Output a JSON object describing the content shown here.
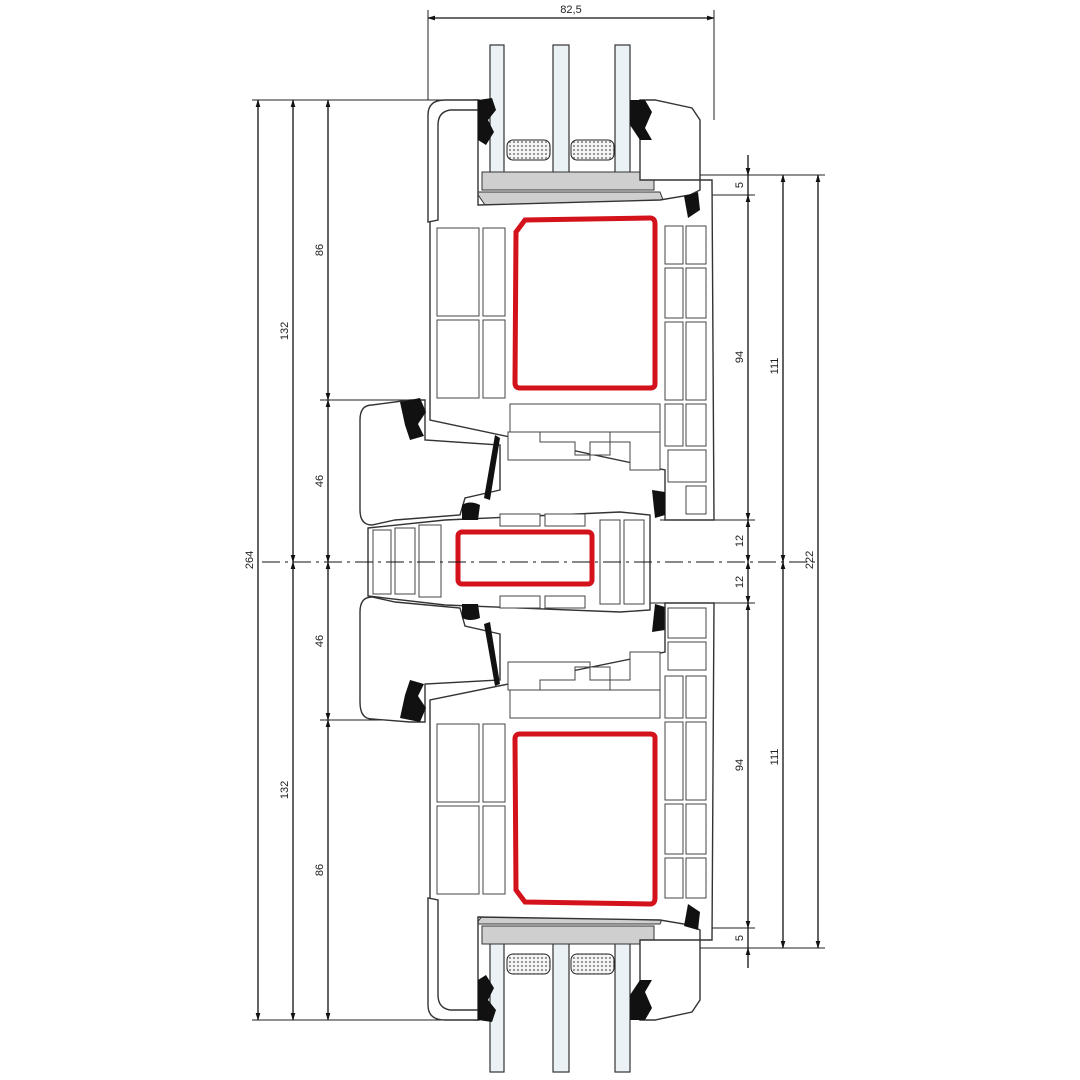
{
  "title": "Window profile cross-section with mullion",
  "dimensions": {
    "overall_depth": "82,5",
    "left": {
      "total": "264",
      "upper_half": "132",
      "lower_half": "132",
      "upper_sash": "86",
      "upper_mullion": "46",
      "lower_mullion": "46",
      "lower_sash": "86"
    },
    "right": {
      "top_offset": "5",
      "upper_glazing": "94",
      "upper_gap": "12",
      "lower_gap": "12",
      "lower_glazing": "94",
      "bottom_offset": "5",
      "upper_total": "111",
      "lower_total": "111",
      "overall": "222"
    }
  },
  "colors": {
    "reinforcement": "#d3121b",
    "line": "#111111",
    "glass": "#eaf2f6"
  }
}
